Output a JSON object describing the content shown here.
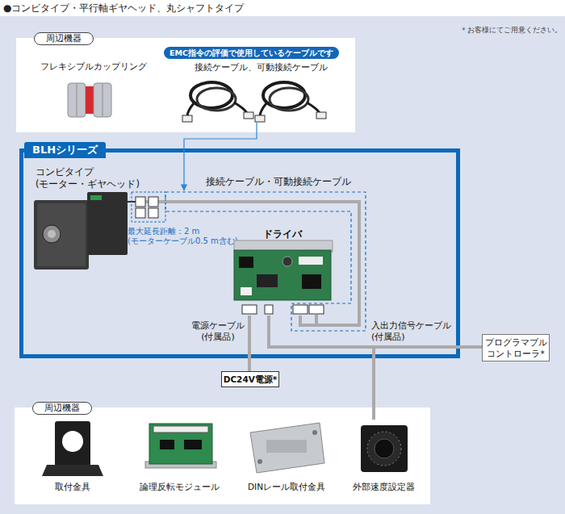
{
  "diagram": {
    "title": "●コンビタイプ・平行軸ギヤヘッド、丸シャフトタイプ",
    "nodes": [
      {
        "text": [
          "周辺機器"
        ]
      },
      {
        "text": [
          "EMC指令の評価で使用しているケーブルです"
        ],
        "in": 0
      },
      {
        "text": [
          "接続ケーブル、可動接続ケーブル"
        ],
        "in": 0
      },
      {
        "text": [
          "BLHシリーズ"
        ]
      },
      {
        "text": [
          "コンビタイプ (モーター・ギヤヘッド)"
        ],
        "in": 3
      },
      {
        "text": [
          "接続ケーブル・可動接続ケーブル"
        ],
        "in": 3
      },
      {
        "text": [
          "ドライバ"
        ],
        "in": 3
      },
      {
        "text": [
          "プログラマブル コントローラ*"
        ]
      },
      {
        "text": [
          "DC24V電源*"
        ]
      },
      {
        "text": [
          "周辺機器"
        ]
      },
      {
        "text": [
          "外部速度設定器"
        ],
        "in": 9
      }
    ],
    "edges": [
      {
        "from": 2,
        "to": 5,
        "arrow": "to"
      },
      {
        "from": 4,
        "to": 6,
        "arrow": "none"
      },
      {
        "from": 6,
        "to": 8,
        "arrow": "none",
        "label": "電源ケーブル (付属品)"
      },
      {
        "from": 6,
        "to": 7,
        "arrow": "none",
        "label": "入出力信号ケーブル (付属品)"
      },
      {
        "from": 10,
        "to": 6,
        "arrow": "none"
      }
    ],
    "labels": [
      "＊お客様にてご用意ください。",
      "フレキシブルカップリング",
      "最大延長距離：2 m (モーターケーブル0.5 m含む)",
      "取付金具",
      "論理反転モジュール",
      "DINレール取付金具"
    ]
  }
}
